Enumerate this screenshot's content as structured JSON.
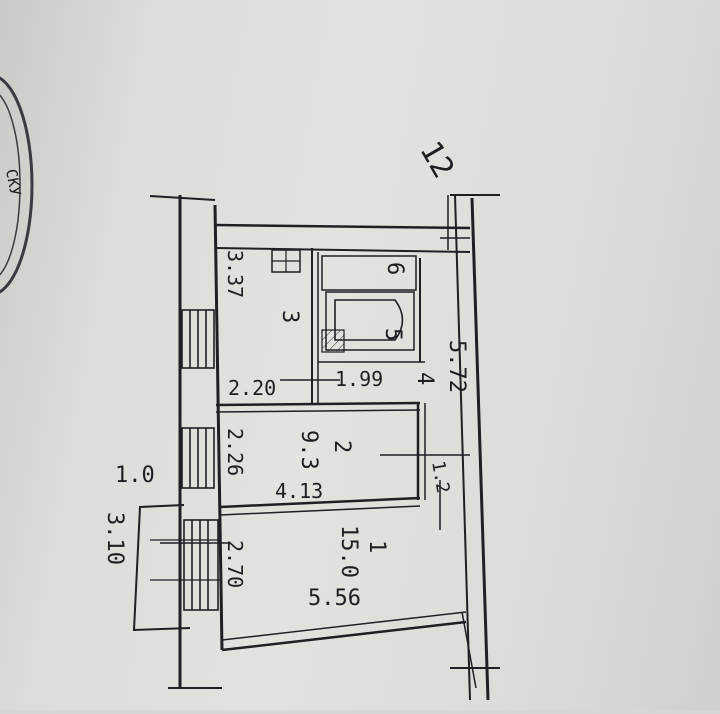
{
  "floor_plan": {
    "stamp_text": "СКУ",
    "plan_number": "12",
    "outer_extension_width": "1.0",
    "outer_extension_length": "3.10",
    "rooms": [
      {
        "number": "1",
        "area": "15.0",
        "length": "5.56",
        "width": "2.70"
      },
      {
        "number": "2",
        "area": "9.3",
        "length": "4.13",
        "width": "2.26"
      },
      {
        "number": "3",
        "length": "3.37",
        "width": "2.20"
      },
      {
        "number": "4",
        "length": "5.72"
      },
      {
        "number": "5"
      },
      {
        "number": "6"
      }
    ],
    "corridor_dim": "1.99",
    "wall_mark": "1.2"
  }
}
